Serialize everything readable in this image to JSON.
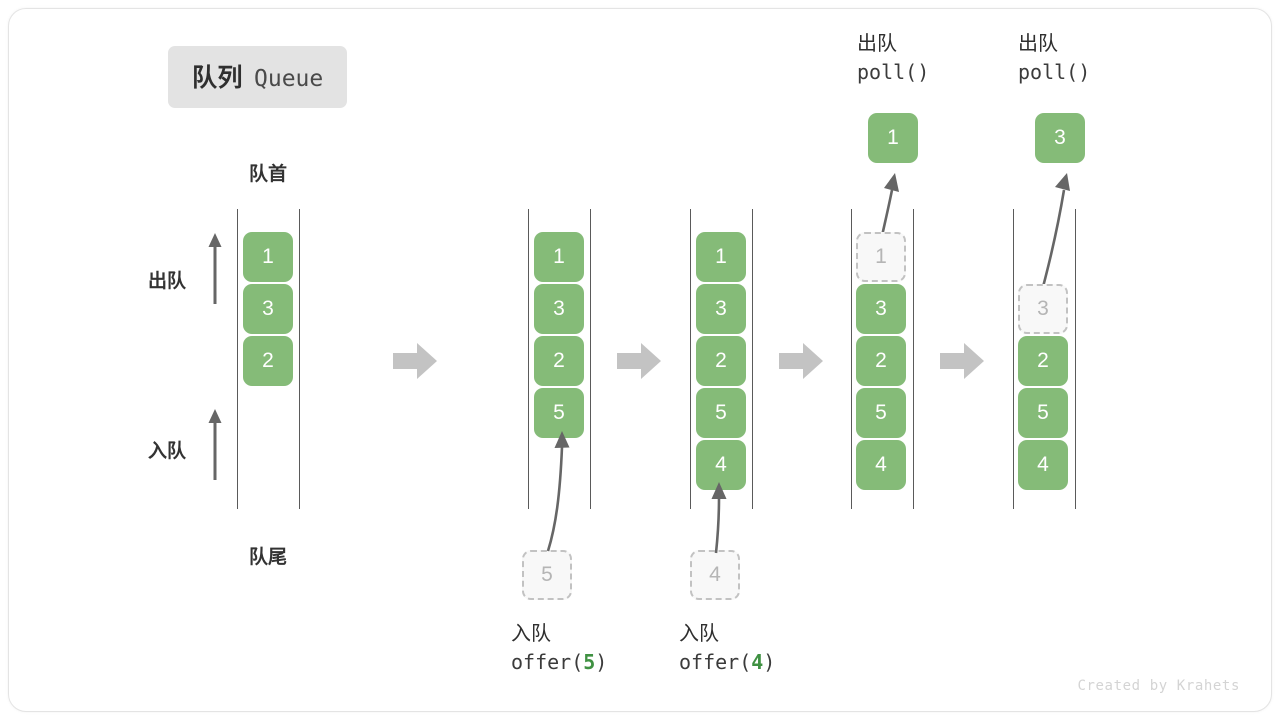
{
  "title": {
    "cn": "队列",
    "en": "Queue"
  },
  "labels": {
    "head": "队首",
    "tail": "队尾",
    "dequeue": "出队",
    "enqueue": "入队"
  },
  "colors": {
    "element": "#85bb78",
    "ghost_fill": "#f8f8f8",
    "ghost_border": "#c2c2c2",
    "ghost_text": "#b5b5b5",
    "rail": "#5a5a5a",
    "arrow": "#666666",
    "sep_arrow": "#c3c3c3",
    "badge_bg": "#e3e3e3",
    "accent_green": "#3f9142",
    "text": "#2f2f2f",
    "footer": "#d4d4d4"
  },
  "stages": [
    {
      "id": "stage-initial",
      "name": "initial-queue",
      "elements": [
        "1",
        "3",
        "2"
      ],
      "ghost": null,
      "popped": null,
      "operation": null
    },
    {
      "id": "stage-offer-5",
      "name": "queue-after-offer-5",
      "elements": [
        "1",
        "3",
        "2",
        "5"
      ],
      "ghost": "5",
      "popped": null,
      "operation": {
        "cn": "入队",
        "code_prefix": "offer(",
        "arg": "5",
        "code_suffix": ")"
      }
    },
    {
      "id": "stage-offer-4",
      "name": "queue-after-offer-4",
      "elements": [
        "1",
        "3",
        "2",
        "5",
        "4"
      ],
      "ghost": "4",
      "popped": null,
      "operation": {
        "cn": "入队",
        "code_prefix": "offer(",
        "arg": "4",
        "code_suffix": ")"
      }
    },
    {
      "id": "stage-poll-1",
      "name": "queue-after-poll-1",
      "elements": [
        "3",
        "2",
        "5",
        "4"
      ],
      "ghost_head": "1",
      "popped": "1",
      "operation": {
        "cn": "出队",
        "code_prefix": "poll(",
        "arg": "",
        "code_suffix": ")"
      }
    },
    {
      "id": "stage-poll-3",
      "name": "queue-after-poll-3",
      "elements": [
        "2",
        "5",
        "4"
      ],
      "ghost_head": "3",
      "popped": "3",
      "operation": {
        "cn": "出队",
        "code_prefix": "poll(",
        "arg": "",
        "code_suffix": ")"
      }
    }
  ],
  "footer": "Created by Krahets"
}
